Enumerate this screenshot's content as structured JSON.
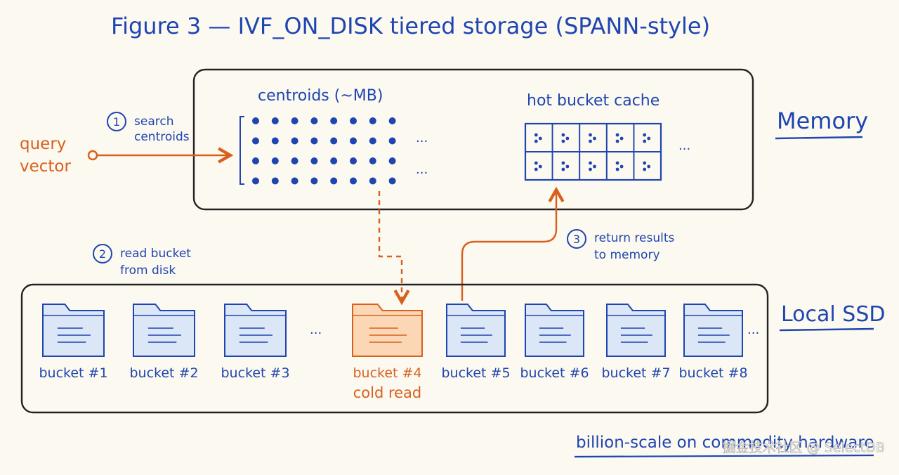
{
  "title": "Figure 3 — IVF_ON_DISK tiered storage (SPANN-style)",
  "memory_label": "Memory",
  "ssd_label": "Local SSD",
  "centroids_label": "centroids (~MB)",
  "cache_label": "hot bucket cache",
  "query": {
    "line1": "query",
    "line2": "vector"
  },
  "steps": [
    {
      "num": "1",
      "line1": "search",
      "line2": "centroids"
    },
    {
      "num": "2",
      "line1": "read bucket",
      "line2": "from disk"
    },
    {
      "num": "3",
      "line1": "return results",
      "line2": "to memory"
    }
  ],
  "ellipsis": "···",
  "buckets": [
    {
      "label": "bucket #1",
      "cold": false
    },
    {
      "label": "bucket #2",
      "cold": false
    },
    {
      "label": "bucket #3",
      "cold": false
    },
    {
      "label": "bucket #4",
      "cold": true,
      "note": "cold read"
    },
    {
      "label": "bucket #5",
      "cold": false
    },
    {
      "label": "bucket #6",
      "cold": false
    },
    {
      "label": "bucket #7",
      "cold": false
    },
    {
      "label": "bucket #8",
      "cold": false
    }
  ],
  "footer": "billion-scale on commodity hardware",
  "watermark": "掘金技术社区 @ SelectDB",
  "colors": {
    "ink": "#1f45b0",
    "accent": "#d9601c",
    "frame": "#222222",
    "cold_fill": "#fbd7b6",
    "folder_fill": "#dbe6f6"
  }
}
